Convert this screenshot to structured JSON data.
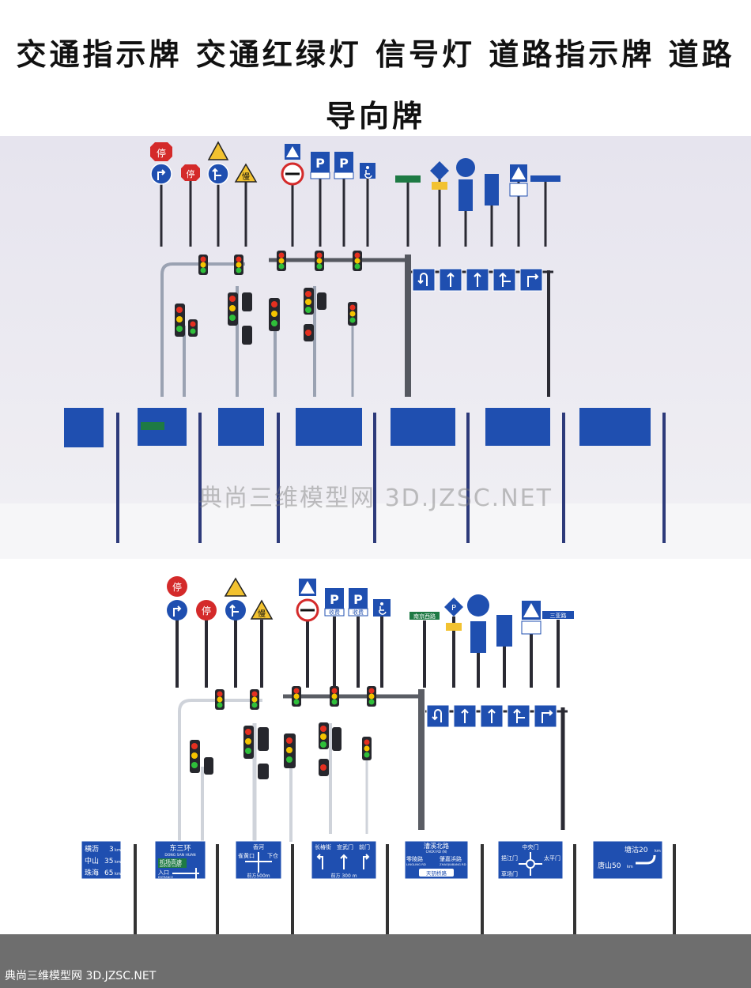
{
  "header": {
    "title_line1": "交通指示牌 交通红绿灯 信号灯 道路指示牌 道路",
    "title_line2": "导向牌"
  },
  "watermark": "典尚三维模型网 3D.JZSC.NET",
  "footer_label": "典尚三维模型网 3D.JZSC.NET",
  "colors": {
    "sign_blue": "#1f4fb0",
    "sign_red": "#d42a2a",
    "sign_yellow": "#f2c230",
    "pole_dark": "#2a2a33",
    "light_red": "#e53020",
    "light_yellow": "#f5c400",
    "light_green": "#2fbf3a",
    "top_panel_bg": "#eae9ef",
    "bottom_road": "#6e6e6e"
  },
  "signs": {
    "stop": "停",
    "slow": "慢",
    "parking": "P",
    "toll": "收费",
    "road_name": "南京西路",
    "road_name_2": "三亚路"
  },
  "guide_boards": {
    "distance": {
      "rows": [
        {
          "place": "横沥",
          "value": "3",
          "unit": "km"
        },
        {
          "place": "中山",
          "value": "35",
          "unit": "km"
        },
        {
          "place": "珠海",
          "value": "65",
          "unit": "km"
        }
      ]
    },
    "expressway": {
      "title": "东三环",
      "subtitle": "DONG SAN HUAN",
      "green": "机场高速",
      "green_sub": "AIRPORT EXPRY",
      "entrance": "入口",
      "entrance_en": "ENTRANCE"
    },
    "junction": {
      "top": "香河",
      "left": "雀黄口",
      "right": "下仓",
      "ahead": "前方500m"
    },
    "lanes": {
      "left": "长椿街",
      "mid": "宣武门",
      "right": "前门",
      "ahead": "前方 300 m"
    },
    "cross": {
      "top": "漕溪北路",
      "top_en": "CAOXI RD (N)",
      "left": "零陵路",
      "left_en": "LINGLING RD",
      "right": "肇嘉浜路",
      "right_en": "ZHAOJIABANG RD",
      "bottom": "天钥桥路"
    },
    "roundabout": {
      "top": "中央门",
      "left": "挹江门",
      "right": "太平门",
      "bottom": "草场门"
    },
    "exit": {
      "top": "塘沽20",
      "bottom": "唐山50",
      "unit": "km"
    }
  }
}
